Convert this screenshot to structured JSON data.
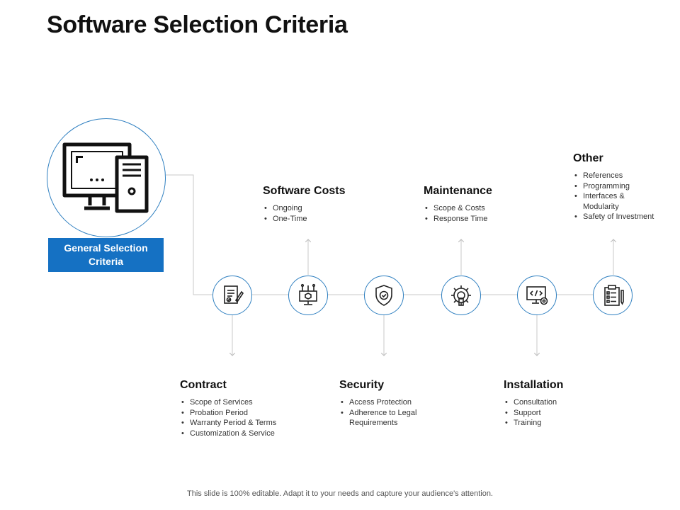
{
  "title": "Software Selection Criteria",
  "center_label": "General Selection Criteria",
  "criteria": [
    {
      "key": "contract",
      "title": "Contract",
      "items": [
        "Scope of Services",
        "Probation Period",
        "Warranty Period & Terms",
        "Customization & Service"
      ]
    },
    {
      "key": "software-costs",
      "title": "Software Costs",
      "items": [
        "Ongoing",
        "One-Time"
      ]
    },
    {
      "key": "security",
      "title": "Security",
      "items": [
        "Access Protection",
        "Adherence to Legal",
        "Requirements"
      ]
    },
    {
      "key": "maintenance",
      "title": "Maintenance",
      "items": [
        "Scope & Costs",
        "Response Time"
      ]
    },
    {
      "key": "installation",
      "title": "Installation",
      "items": [
        "Consultation",
        "Support",
        "Training"
      ]
    },
    {
      "key": "other",
      "title": "Other",
      "items": [
        "References",
        "Programming",
        "Interfaces &",
        "Modularity",
        "Safety of Investment"
      ]
    }
  ],
  "footer": "This slide is 100% editable. Adapt it to your needs and capture your audience's attention.",
  "colors": {
    "accent": "#1571c3",
    "ring": "#2e7fc0",
    "line": "#c9c9c9"
  }
}
